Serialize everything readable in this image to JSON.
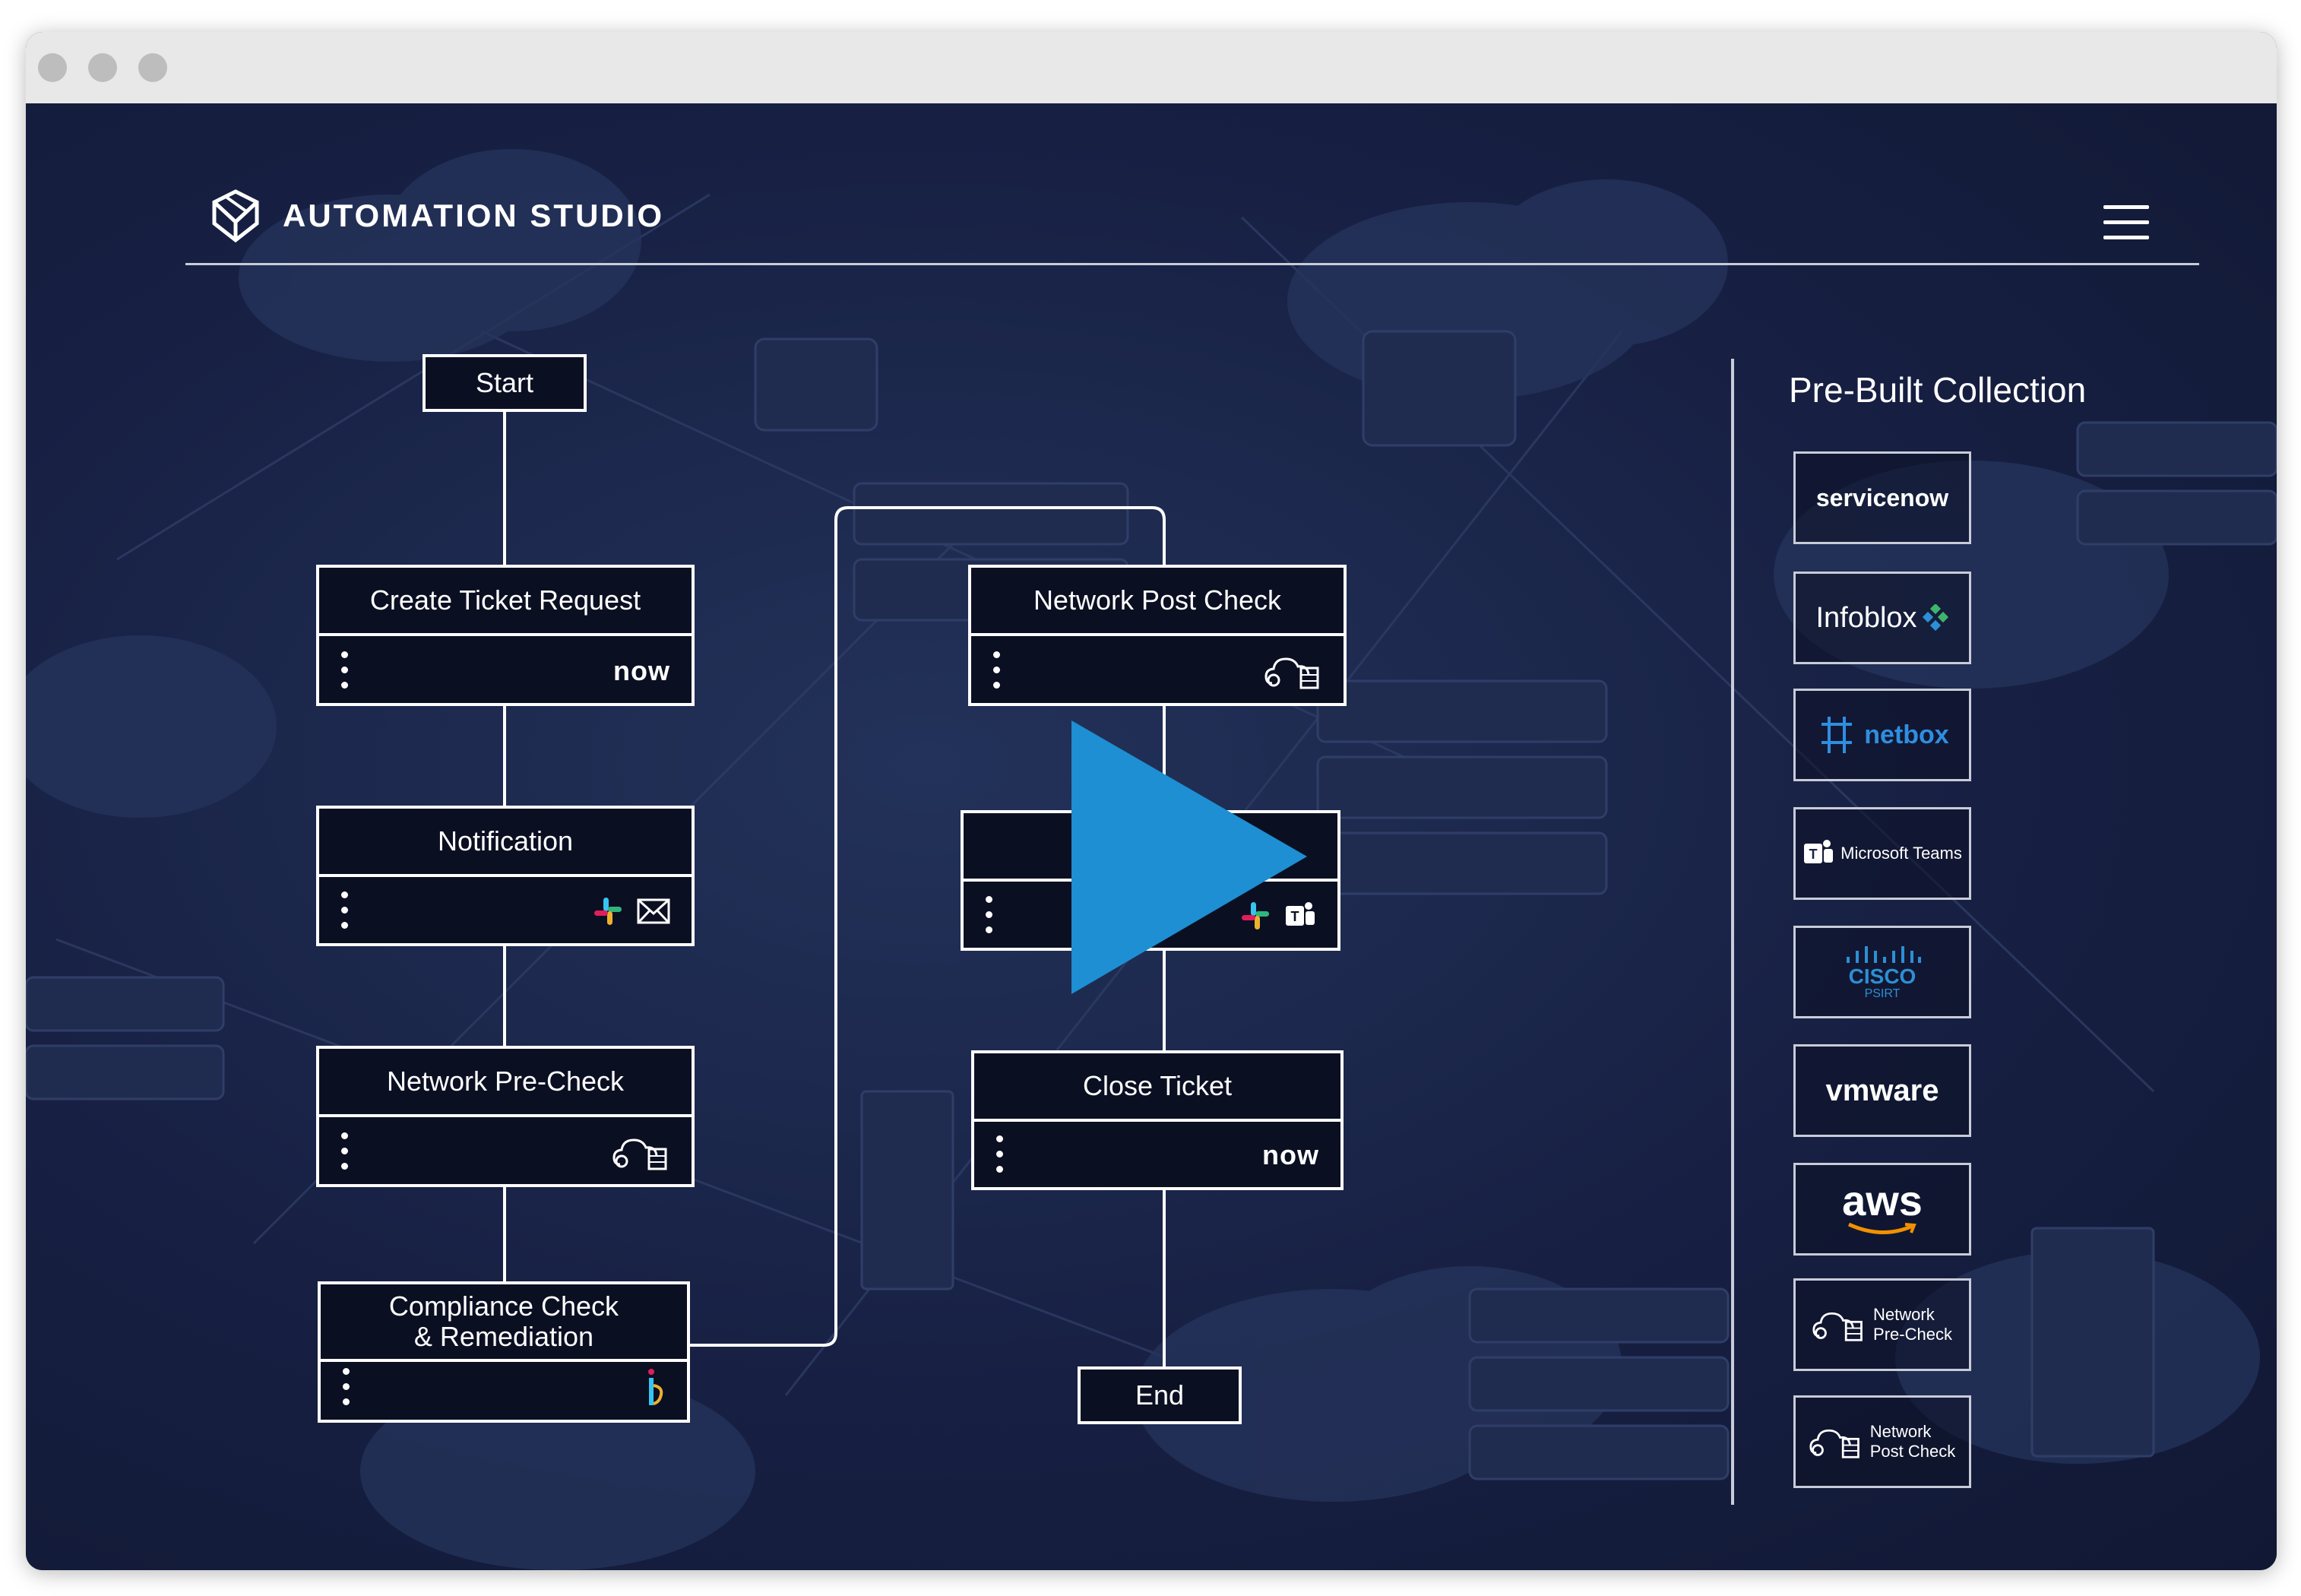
{
  "header": {
    "brand": "AUTOMATION STUDIO"
  },
  "flow": {
    "start_label": "Start",
    "end_label": "End",
    "nodes": [
      {
        "title": "Create Ticket Request",
        "icons": [
          "servicenow-now-icon"
        ],
        "icon_text": "now"
      },
      {
        "title": "Notification",
        "icons": [
          "slack-icon",
          "email-icon"
        ]
      },
      {
        "title": "Network Pre-Check",
        "icons": [
          "cloud-server-icon"
        ]
      },
      {
        "title": "Compliance Check\n& Remediation",
        "icons": [
          "itential-icon"
        ]
      },
      {
        "title": "Network Post Check",
        "icons": [
          "cloud-server-icon"
        ]
      },
      {
        "title": "",
        "icons": [
          "slack-icon",
          "teams-icon"
        ]
      },
      {
        "title": "Close Ticket",
        "icons": [
          "servicenow-now-icon"
        ],
        "icon_text": "now"
      }
    ]
  },
  "sidebar": {
    "title": "Pre-Built Collection",
    "items": [
      {
        "label": "servicenow",
        "icon": "servicenow-logo"
      },
      {
        "label": "Infoblox",
        "icon": "infoblox-logo"
      },
      {
        "label": "netbox",
        "icon": "netbox-logo"
      },
      {
        "label": "Microsoft Teams",
        "icon": "teams-logo"
      },
      {
        "label": "CISCO",
        "sublabel": "PSIRT",
        "icon": "cisco-logo"
      },
      {
        "label": "vmware",
        "icon": "vmware-logo"
      },
      {
        "label": "aws",
        "icon": "aws-logo"
      },
      {
        "label": "Network\nPre-Check",
        "icon": "cloud-server-icon"
      },
      {
        "label": "Network\nPost Check",
        "icon": "cloud-server-icon"
      }
    ]
  },
  "player": {
    "icon": "play-icon"
  },
  "colors": {
    "background": "#1b2340",
    "node_fill": "#0b0f22",
    "accent": "#1d8fd2",
    "line": "#ffffff"
  }
}
